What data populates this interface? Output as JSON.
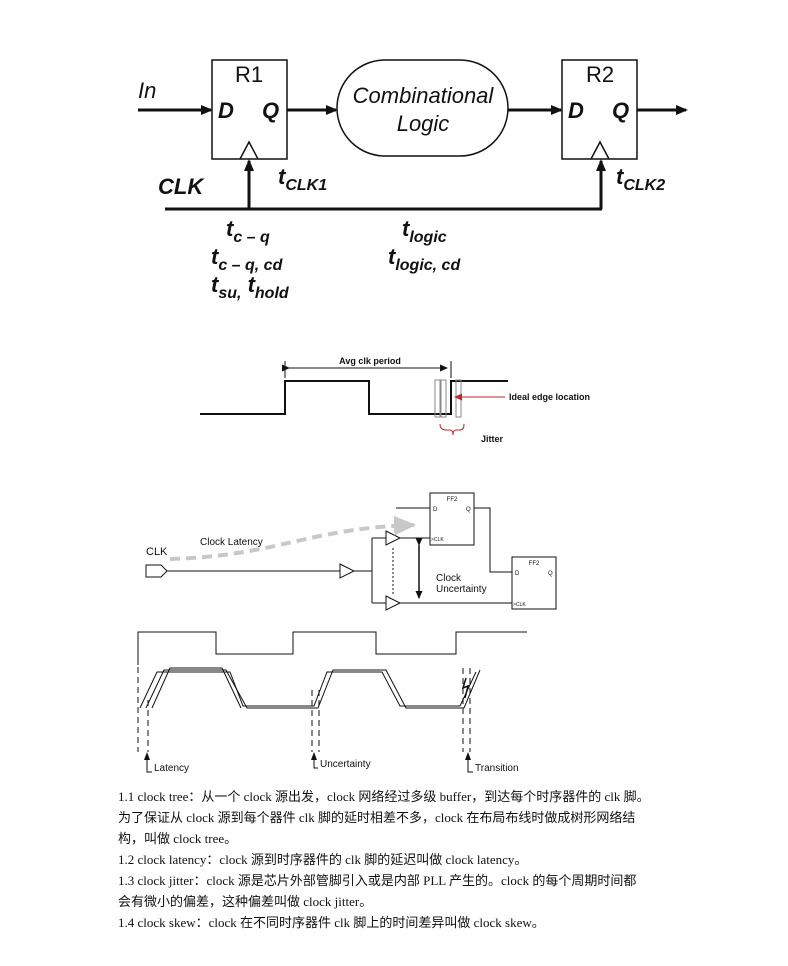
{
  "figure1": {
    "in_label": "In",
    "r1_name": "R1",
    "r2_name": "R2",
    "d_label": "D",
    "q_label": "Q",
    "logic_line1": "Combinational",
    "logic_line2": "Logic",
    "clk_label": "CLK",
    "t_letter": "t",
    "tclk1_sub": "CLK1",
    "tclk2_sub": "CLK2",
    "tcq_sub": "c – q",
    "tcqcd_sub": "c – q, cd",
    "tsu_sub": "su,",
    "thold_sub": "hold",
    "tlogic_sub": "logic",
    "tlogiccd_sub": "logic, cd"
  },
  "figure2": {
    "period_label": "Avg clk period",
    "ideal_label": "Ideal edge location",
    "jitter_label": "Jitter"
  },
  "figure3": {
    "clk_label": "CLK",
    "latency_label": "Clock Latency",
    "uncertainty_line1": "Clock",
    "uncertainty_line2": "Uncertainty",
    "ff_name": "FF2",
    "ff_d": "D",
    "ff_q": "Q",
    "ff_clk": "CLK"
  },
  "figure4": {
    "latency": "Latency",
    "uncertainty": "Uncertainty",
    "transition": "Transition"
  },
  "notes": [
    "1.1 clock tree：从一个 clock 源出发，clock 网络经过多级 buffer，到达每个时序器件的 clk 脚。",
    "为了保证从 clock 源到每个器件 clk 脚的延时相差不多，clock 在布局布线时做成树形网络结",
    "构，叫做 clock tree。",
    "1.2 clock latency：clock 源到时序器件的 clk 脚的延迟叫做 clock latency。",
    "1.3 clock jitter：clock 源是芯片外部管脚引入或是内部 PLL 产生的。clock 的每个周期时间都",
    "会有微小的偏差，这种偏差叫做 clock jitter。",
    "1.4 clock skew：clock 在不同时序器件 clk 脚上的时间差异叫做 clock skew。"
  ]
}
